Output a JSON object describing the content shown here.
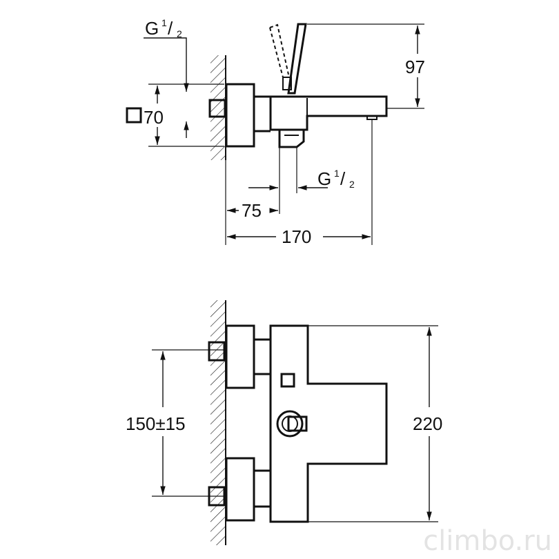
{
  "top_view": {
    "thread_inlet": "G",
    "thread_inlet_frac_num": "1",
    "thread_inlet_frac_den": "2",
    "square_symbol": "□",
    "square_dim": "70",
    "height_dim": "97",
    "thread_outlet": "G",
    "thread_outlet_frac_num": "1",
    "thread_outlet_frac_den": "2",
    "dim_75": "75",
    "dim_170": "170"
  },
  "bottom_view": {
    "dim_centers": "150±15",
    "dim_height": "220"
  },
  "watermark": "climbo.ru",
  "colors": {
    "line": "#111111",
    "background": "#ffffff",
    "watermark": "#e3e3e3"
  }
}
